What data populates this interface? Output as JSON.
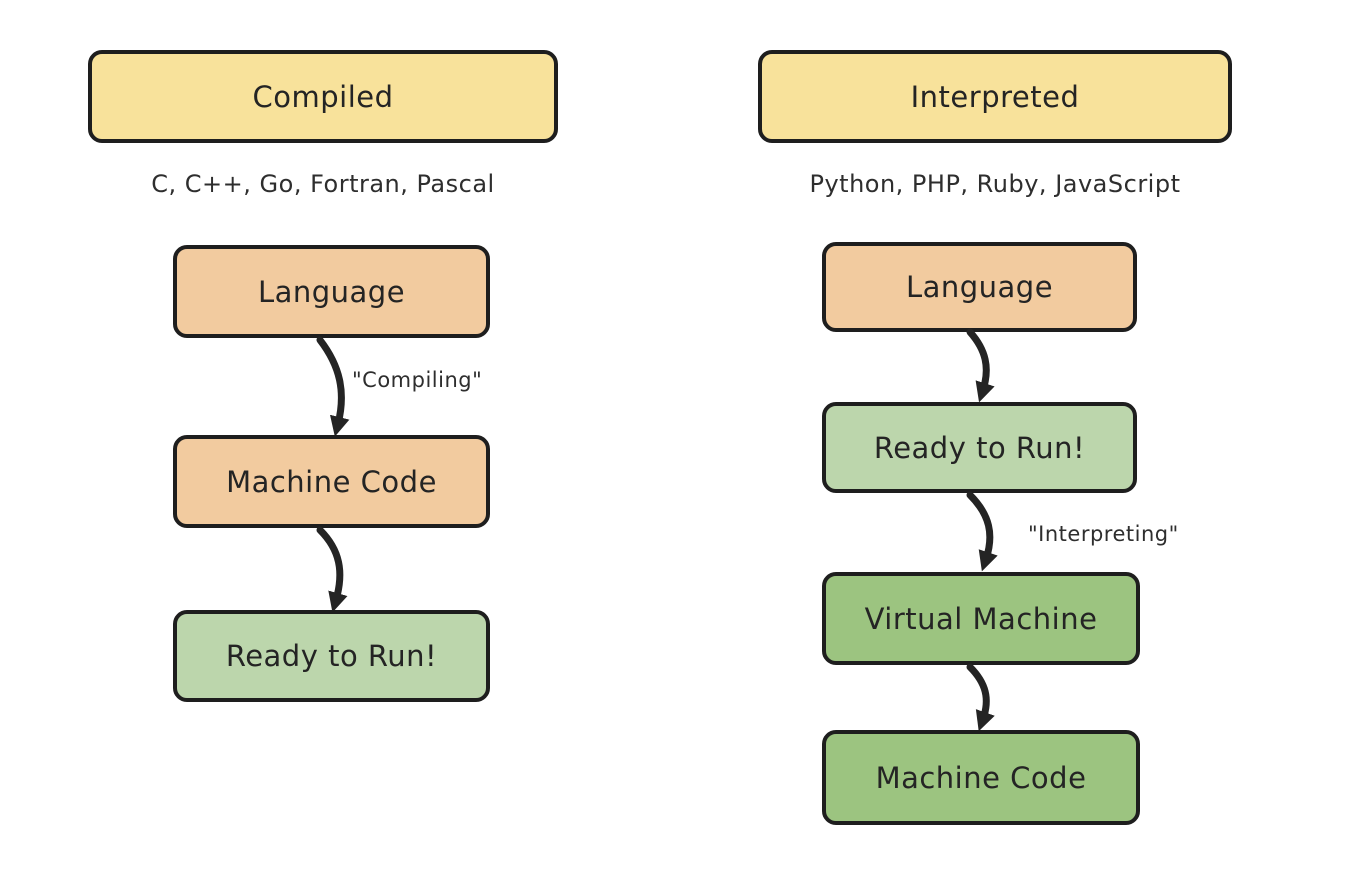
{
  "colors": {
    "ink": "#1e1e1e",
    "header_fill": "#F8E29B",
    "language_fill": "#F2CB9F",
    "ready_fill": "#BCD6AC",
    "machine_fill": "#9CC480",
    "text": "#242424"
  },
  "compiled": {
    "title": "Compiled",
    "languages": "C, C++, Go, Fortran, Pascal",
    "nodes": {
      "language": "Language",
      "machine_code": "Machine Code",
      "ready": "Ready to Run!"
    },
    "edge_label": "\"Compiling\""
  },
  "interpreted": {
    "title": "Interpreted",
    "languages": "Python, PHP, Ruby, JavaScript",
    "nodes": {
      "language": "Language",
      "ready": "Ready to Run!",
      "virtual_machine": "Virtual Machine",
      "machine_code": "Machine Code"
    },
    "edge_label": "\"Interpreting\""
  }
}
